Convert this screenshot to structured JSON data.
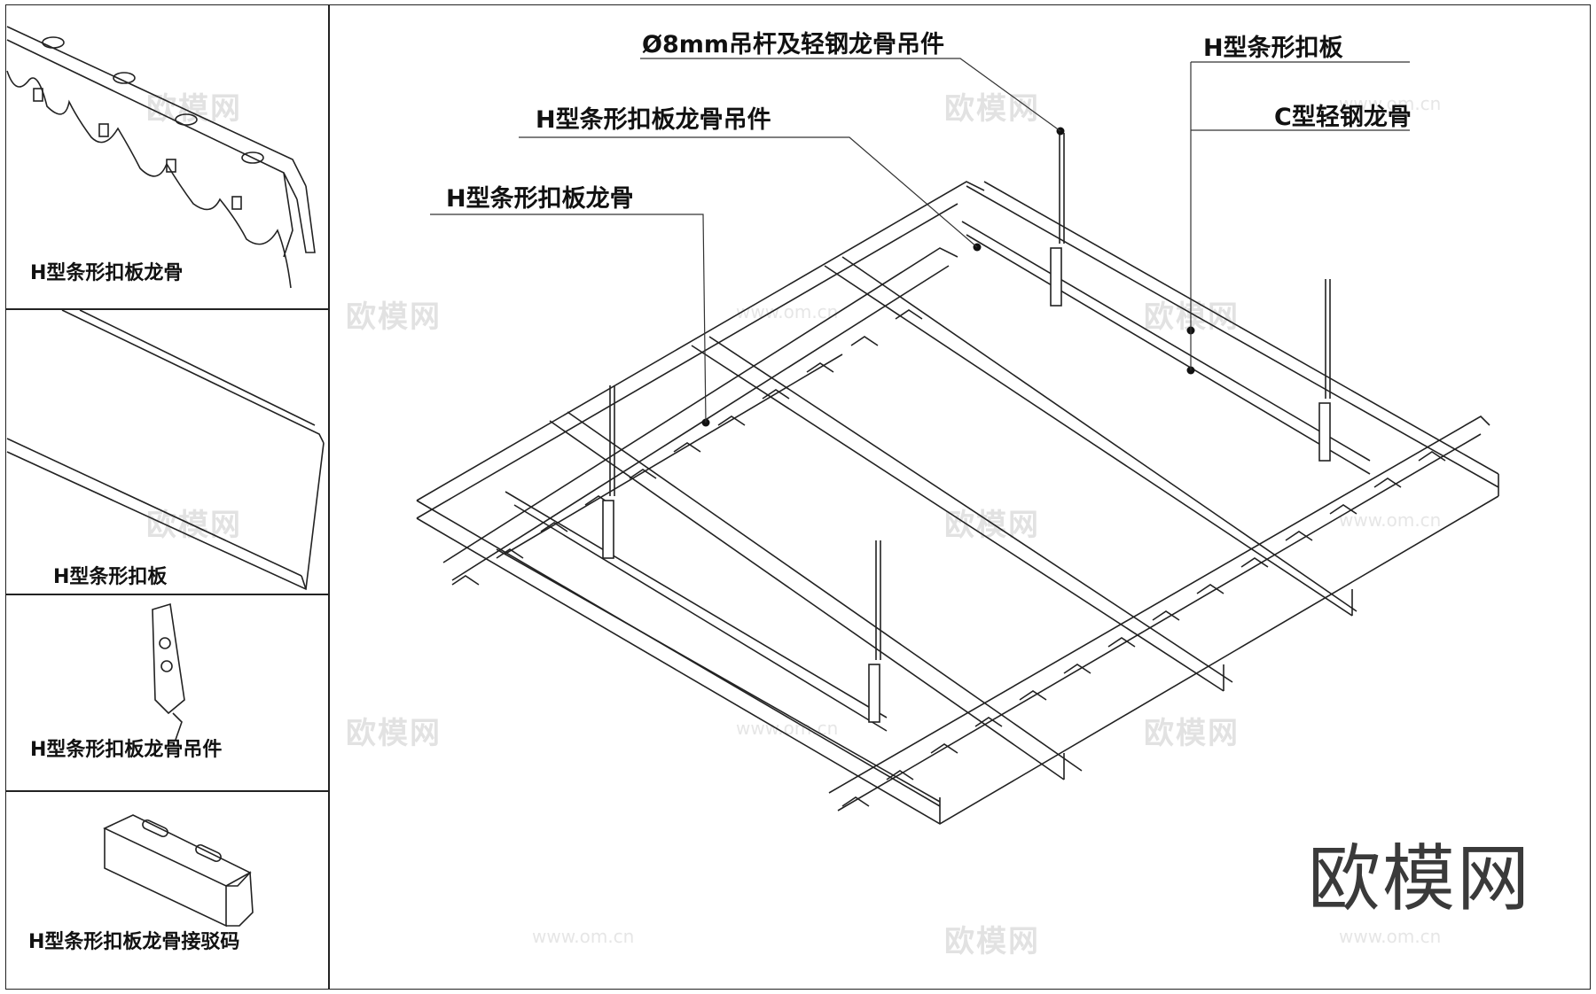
{
  "watermarks": {
    "brand": "欧模网",
    "url": "www.om.cn"
  },
  "panels": [
    {
      "label": "H型条形扣板龙骨"
    },
    {
      "label": "H型条形扣板"
    },
    {
      "label": "H型条形扣板龙骨吊件"
    },
    {
      "label": "H型条形扣板龙骨接驳码"
    }
  ],
  "callouts": {
    "rod": "Ø8mm吊杆及轻钢龙骨吊件",
    "keel_hanger": "H型条形扣板龙骨吊件",
    "keel": "H型条形扣板龙骨",
    "panel": "H型条形扣板",
    "c_keel": "C型轻钢龙骨"
  }
}
